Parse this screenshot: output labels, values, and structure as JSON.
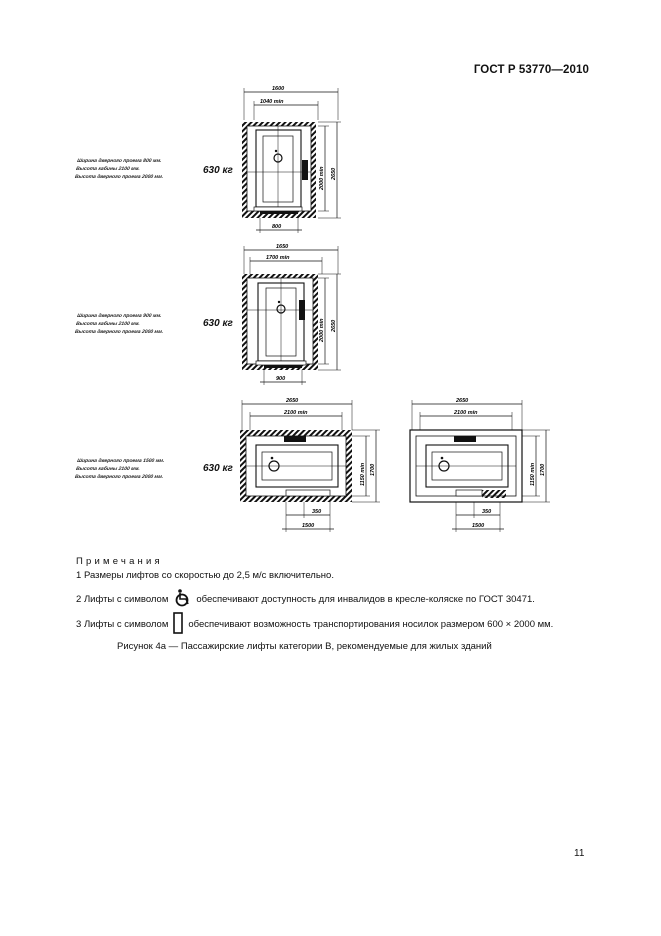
{
  "header": {
    "standard": "ГОСТ Р 53770—2010"
  },
  "figures": [
    {
      "load": "630 кг",
      "notes": [
        "Ширина дверного проема 800 мм.",
        "Высота кабины 2100 мм.",
        "Высота дверного проема 2000 мм."
      ],
      "dims": {
        "top_outer": "1600",
        "top_inner": "1040 min",
        "right_inner": "2000 min",
        "right_outer": "2650",
        "bottom": "800"
      }
    },
    {
      "load": "630 кг",
      "notes": [
        "Ширина дверного проема 900 мм.",
        "Высота кабины 2100 мм.",
        "Высота дверного проема 2000 мм."
      ],
      "dims": {
        "top_outer": "1650",
        "top_inner": "1700 min",
        "right_inner": "2000 min",
        "right_outer": "2650",
        "bottom": "900"
      }
    },
    {
      "load": "630 кг",
      "notes": [
        "Ширина дверного проема 1500 мм.",
        "Высота кабины 2100 мм.",
        "Высота дверного проема 2000 мм."
      ],
      "dims": {
        "top_outer": "2650",
        "top_inner": "2100 min",
        "right_inner": "1150 min",
        "right_outer": "1700",
        "bottom_inner": "350",
        "bottom_outer": "1500"
      }
    },
    {
      "dims": {
        "top_outer": "2650",
        "top_inner": "2100 min",
        "right_inner": "1150 min",
        "right_outer": "1700",
        "bottom_inner": "350",
        "bottom_outer": "1500"
      }
    }
  ],
  "notes": {
    "title": "Примечания",
    "items": [
      {
        "num": "1",
        "text": "Размеры лифтов со скоростью до 2,5 м/с включительно."
      },
      {
        "num": "2",
        "before": "Лифты с символом",
        "after": "обеспечивают доступность для инвалидов в кресле-коляске по ГОСТ 30471.",
        "icon": "wheelchair-icon"
      },
      {
        "num": "3",
        "before": "Лифты с символом",
        "after": "обеспечивают возможность транспортирования носилок размером 600 × 2000 мм.",
        "icon": "stretcher-icon"
      }
    ]
  },
  "caption": "Рисунок 4а — Пассажирские лифты категории В, рекомендуемые для жилых зданий",
  "page_number": "11"
}
